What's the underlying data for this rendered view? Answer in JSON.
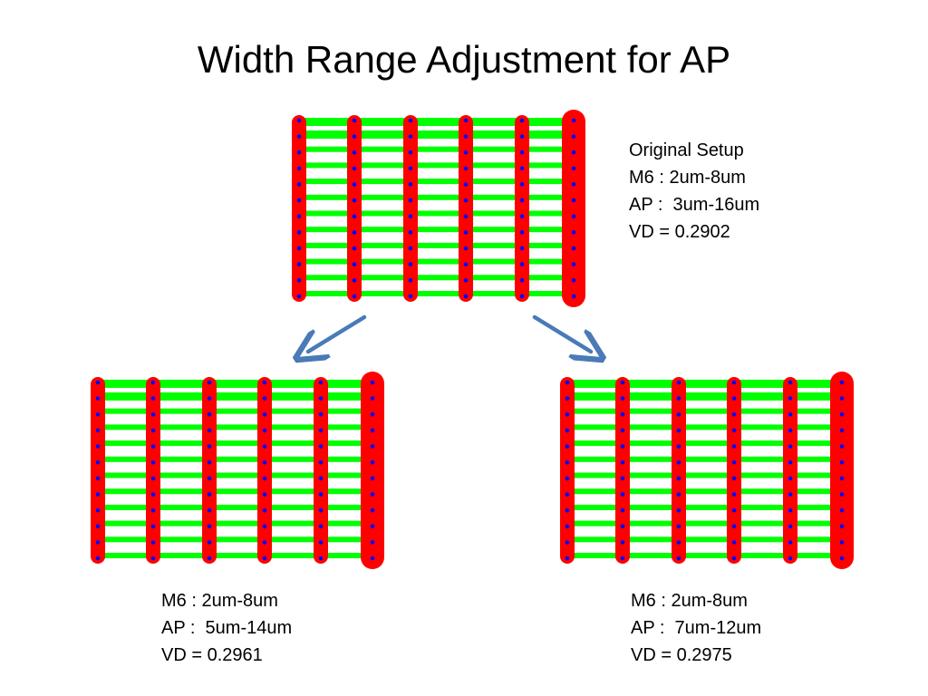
{
  "title": "Width Range Adjustment for AP",
  "colors": {
    "finger": "#ff0000",
    "bar": "#00ff00",
    "via": "#0000ff",
    "arrow": "#4a7ab8",
    "text": "#000000"
  },
  "grids": [
    {
      "id": "original",
      "lines": [
        "Original Setup",
        "M6 : 2um-8um",
        "AP :  3um-16um",
        "VD = 0.2902"
      ]
    },
    {
      "id": "variant-a",
      "lines": [
        "M6 : 2um-8um",
        "AP :  5um-14um",
        "VD = 0.2961"
      ]
    },
    {
      "id": "variant-b",
      "lines": [
        "M6 : 2um-8um",
        "AP :  7um-12um",
        "VD = 0.2975"
      ]
    }
  ]
}
